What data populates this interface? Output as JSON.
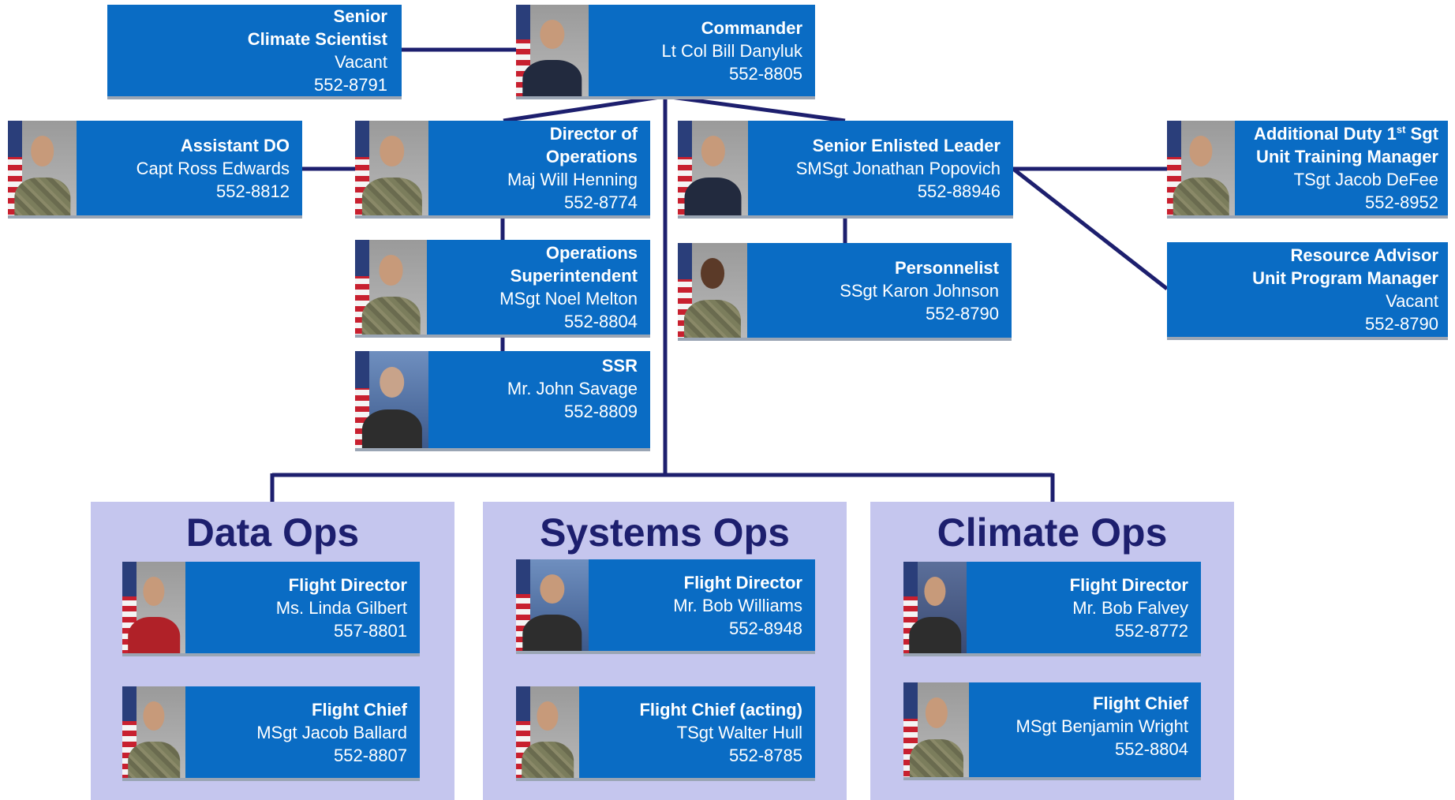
{
  "groups": {
    "data_ops": {
      "title": "Data Ops"
    },
    "systems_ops": {
      "title": "Systems Ops"
    },
    "climate_ops": {
      "title": "Climate Ops"
    }
  },
  "cards": {
    "climate_scientist": {
      "title_line1": "Senior",
      "title_line2": "Climate Scientist",
      "name": "Vacant",
      "phone": "552-8791"
    },
    "commander": {
      "title": "Commander",
      "name": "Lt Col Bill Danyluk",
      "phone": "552-8805"
    },
    "assistant_do": {
      "title": "Assistant DO",
      "name": "Capt Ross Edwards",
      "phone": "552-8812"
    },
    "director_ops": {
      "title_line1": "Director of",
      "title_line2": "Operations",
      "name": "Maj Will Henning",
      "phone": "552-8774"
    },
    "senior_enlisted": {
      "title": "Senior Enlisted Leader",
      "name": "SMSgt Jonathan Popovich",
      "phone": "552-88946"
    },
    "first_sgt": {
      "title_line1_prefix": "Additional Duty 1",
      "title_line1_sup": "st",
      "title_line1_suffix": " Sgt",
      "title_line2": "Unit Training Manager",
      "name": "TSgt Jacob DeFee",
      "phone": "552-8952"
    },
    "ops_super": {
      "title_line1": "Operations",
      "title_line2": "Superintendent",
      "name": "MSgt Noel Melton",
      "phone": "552-8804"
    },
    "personnelist": {
      "title": "Personnelist",
      "name": "SSgt Karon Johnson",
      "phone": "552-8790"
    },
    "resource_advisor": {
      "title_line1": "Resource Advisor",
      "title_line2": "Unit Program Manager",
      "name": "Vacant",
      "phone": "552-8790"
    },
    "ssr": {
      "title": "SSR",
      "name": "Mr. John Savage",
      "phone": "552-8809"
    },
    "data_fd": {
      "title": "Flight Director",
      "name": "Ms. Linda Gilbert",
      "phone": "557-8801"
    },
    "data_fc": {
      "title": "Flight Chief",
      "name": "MSgt Jacob Ballard",
      "phone": "552-8807"
    },
    "sys_fd": {
      "title": "Flight Director",
      "name": "Mr. Bob Williams",
      "phone": "552-8948"
    },
    "sys_fc": {
      "title": "Flight Chief (acting)",
      "name": "TSgt Walter Hull",
      "phone": "552-8785"
    },
    "clim_fd": {
      "title": "Flight Director",
      "name": "Mr. Bob Falvey",
      "phone": "552-8772"
    },
    "clim_fc": {
      "title": "Flight Chief",
      "name": "MSgt Benjamin Wright",
      "phone": "552-8804"
    }
  },
  "colors": {
    "card": "#0a6cc4",
    "line": "#1d1f6e",
    "group_bg": "#c5c6ee",
    "group_title": "#1d1f6e"
  }
}
